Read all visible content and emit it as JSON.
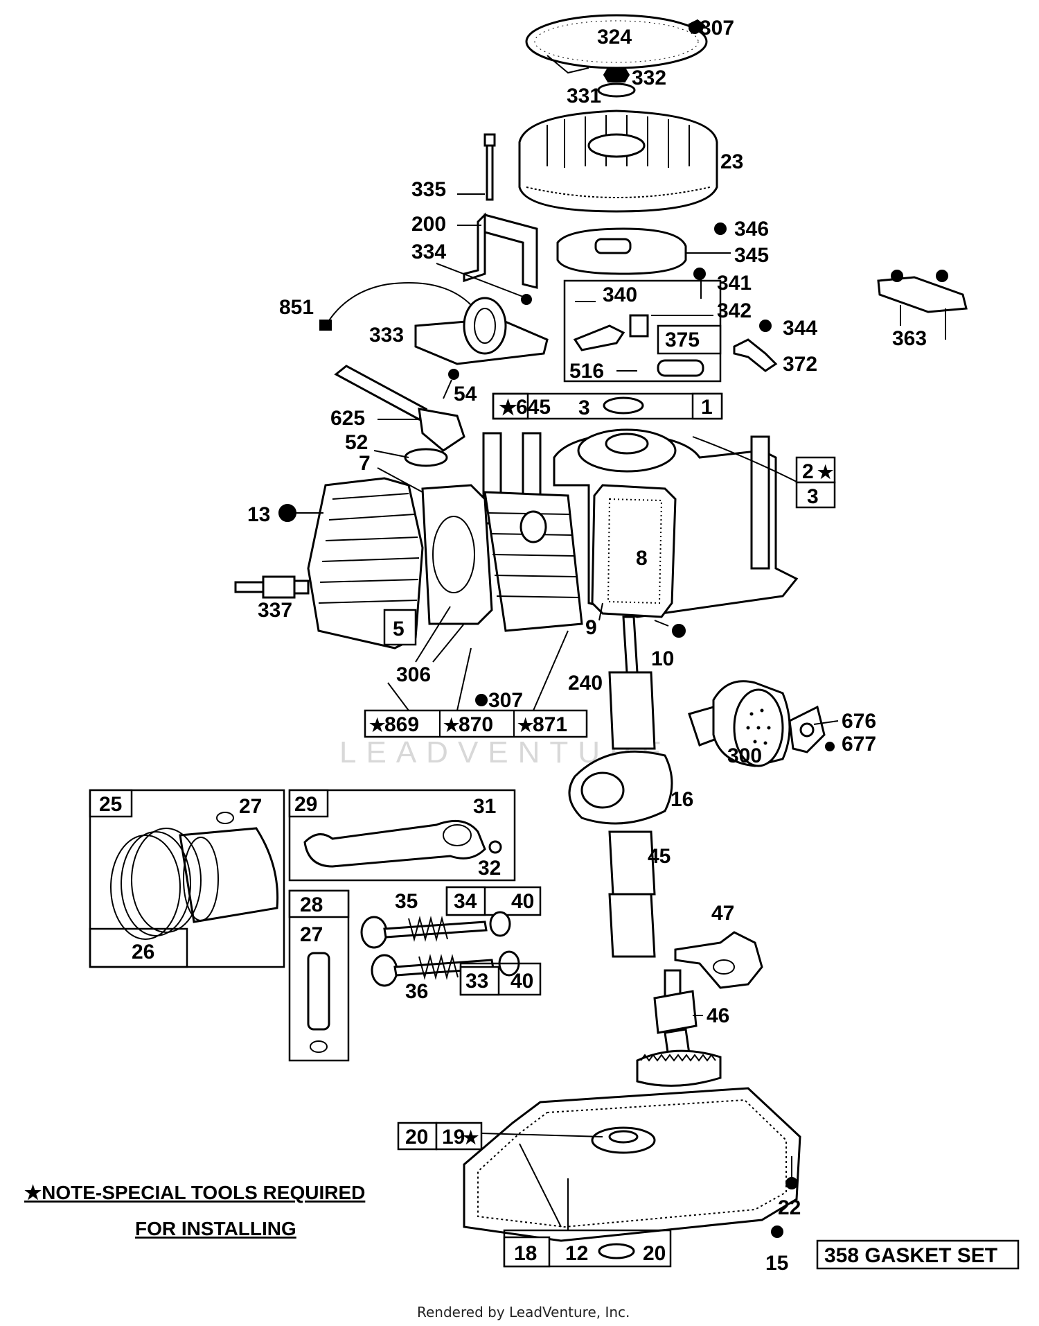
{
  "watermark": "LEADVENTURE",
  "footer": "Rendered by LeadVenture, Inc.",
  "note": {
    "line1": "★NOTE-SPECIAL TOOLS REQUIRED",
    "line2": "FOR INSTALLING"
  },
  "gasket_set": "358 GASKET SET",
  "callouts": {
    "p324": "324",
    "p307a": "307",
    "p332": "332",
    "p331": "331",
    "p23": "23",
    "p335": "335",
    "p200": "200",
    "p334": "334",
    "p346": "346",
    "p345": "345",
    "p341": "341",
    "p340": "340",
    "p342": "342",
    "p375": "375",
    "p344": "344",
    "p516": "516",
    "p372": "372",
    "p363": "363",
    "p851": "851",
    "p333": "333",
    "p54": "54",
    "p625": "625",
    "p52": "52",
    "p7": "7",
    "p645": "645",
    "p3a": "3",
    "p1": "1",
    "p2": "2",
    "p3b": "3",
    "p13": "13",
    "p8": "8",
    "p337": "337",
    "p5": "5",
    "p9": "9",
    "p10": "10",
    "p306": "306",
    "p307b": "307",
    "p240": "240",
    "p869": "869",
    "p870": "870",
    "p871": "871",
    "p676": "676",
    "p677": "677",
    "p300": "300",
    "p25": "25",
    "p27a": "27",
    "p26": "26",
    "p29": "29",
    "p31": "31",
    "p32": "32",
    "p16": "16",
    "p45": "45",
    "p28": "28",
    "p27b": "27",
    "p35": "35",
    "p34": "34",
    "p40a": "40",
    "p36": "36",
    "p33": "33",
    "p40b": "40",
    "p47": "47",
    "p46": "46",
    "p20a": "20",
    "p19": "19",
    "p22": "22",
    "p18": "18",
    "p12": "12",
    "p20b": "20",
    "p15": "15"
  }
}
